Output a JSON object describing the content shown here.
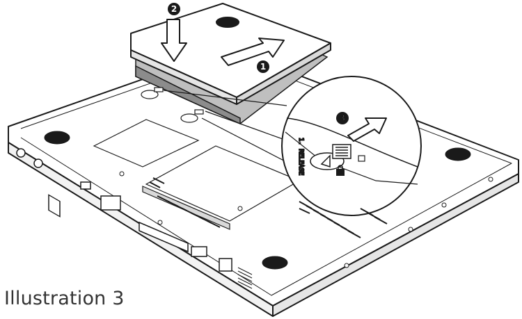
{
  "caption": "Illustration 3",
  "callouts": {
    "step1": "1",
    "step2": "2",
    "step3": "3"
  },
  "latch_label": "1. RELEASE",
  "colors": {
    "line": "#1a1a1a",
    "shade": "#bfbfbf",
    "dark_shade": "#8c8c8c",
    "fill": "#ffffff",
    "foot": "#1a1a1a"
  },
  "icons": [
    "arrow-up-right-icon",
    "arrow-down-icon",
    "lock-icon",
    "unlock-icon",
    "magnifier-circle"
  ]
}
